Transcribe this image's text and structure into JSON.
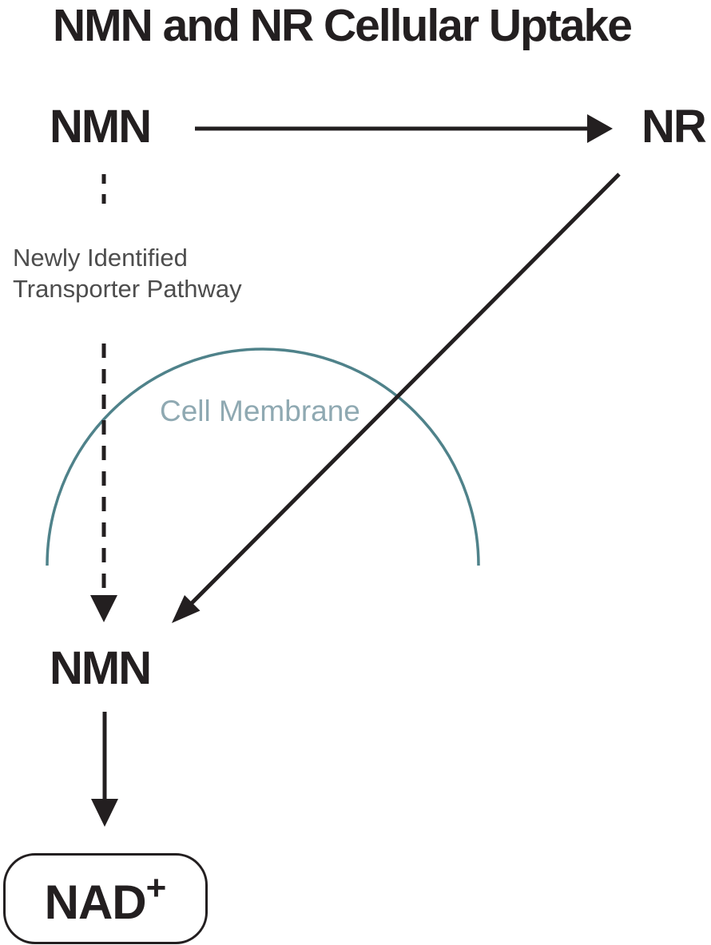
{
  "diagram": {
    "title": "NMN and NR Cellular Uptake",
    "nodes": {
      "nmn_top": "NMN",
      "nr": "NR",
      "nmn_inside": "NMN",
      "nad_base": "NAD",
      "nad_superscript": "+"
    },
    "annotations": {
      "transporter_line1": "Newly Identified",
      "transporter_line2": "Transporter Pathway",
      "membrane": "Cell Membrane"
    },
    "edges": [
      {
        "from": "NMN (outside cell)",
        "to": "NR",
        "style": "solid-arrow"
      },
      {
        "from": "NMN (outside cell)",
        "to": "NMN (inside cell)",
        "style": "dashed-arrow",
        "label": "Newly Identified Transporter Pathway"
      },
      {
        "from": "NR",
        "to": "NMN (inside cell)",
        "style": "solid-arrow"
      },
      {
        "from": "NMN (inside cell)",
        "to": "NAD+",
        "style": "solid-arrow"
      }
    ],
    "colors": {
      "ink": "#231F20",
      "gray_text": "#4D4D4D",
      "membrane_stroke": "#4F828A",
      "membrane_text": "#8FA9B2",
      "background": "#FFFFFF"
    }
  }
}
